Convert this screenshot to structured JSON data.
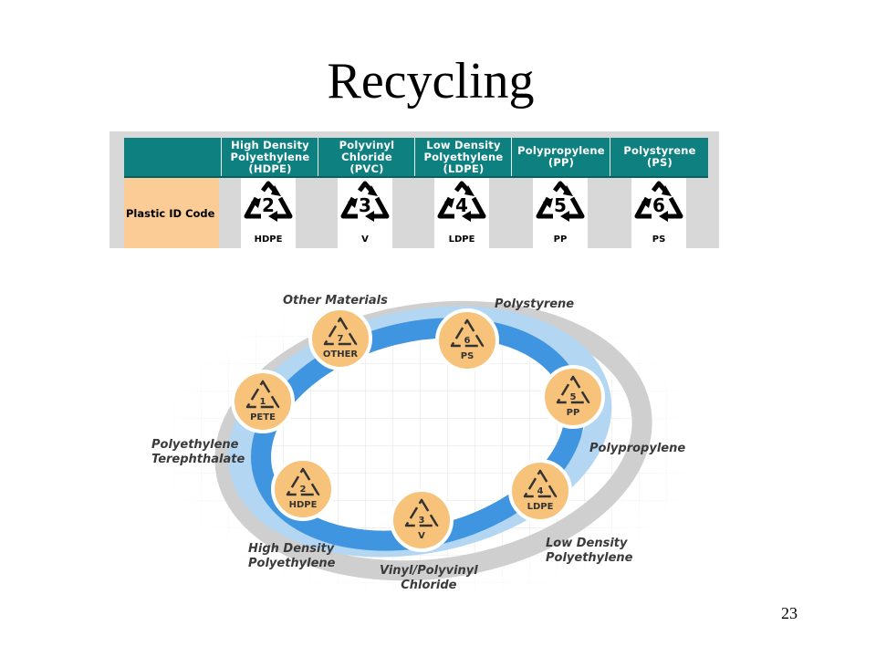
{
  "slide": {
    "title": "Recycling",
    "page_number": "23"
  },
  "table": {
    "row_label": "Plastic ID Code",
    "columns": [
      {
        "header": "High Density\nPolyethylene\n(HDPE)",
        "number": "2",
        "code": "HDPE"
      },
      {
        "header": "Polyvinyl\nChloride\n(PVC)",
        "number": "3",
        "code": "V"
      },
      {
        "header": "Low Density\nPolyethylene\n(LDPE)",
        "number": "4",
        "code": "LDPE"
      },
      {
        "header": "Polypropylene\n(PP)",
        "number": "5",
        "code": "PP"
      },
      {
        "header": "Polystyrene\n(PS)",
        "number": "6",
        "code": "PS"
      }
    ]
  },
  "diagram": {
    "badges": [
      {
        "number": "7",
        "code": "OTHER"
      },
      {
        "number": "6",
        "code": "PS"
      },
      {
        "number": "5",
        "code": "PP"
      },
      {
        "number": "4",
        "code": "LDPE"
      },
      {
        "number": "3",
        "code": "V"
      },
      {
        "number": "2",
        "code": "HDPE"
      },
      {
        "number": "1",
        "code": "PETE"
      }
    ],
    "labels": {
      "other": "Other Materials",
      "ps": "Polystyrene",
      "pp": "Polypropylene",
      "ldpe": "Low Density\nPolyethylene",
      "pvc": "Vinyl/Polyvinyl\nChloride",
      "hdpe": "High Density\nPolyethylene",
      "pete": "Polyethylene\nTerephthalate"
    },
    "colors": {
      "ring": "#3f95df",
      "ring_light": "#b3d6f2",
      "badge": "#f7c27a",
      "badge_border": "#ffffff"
    },
    "icon": "recycle-triangle-icon"
  }
}
